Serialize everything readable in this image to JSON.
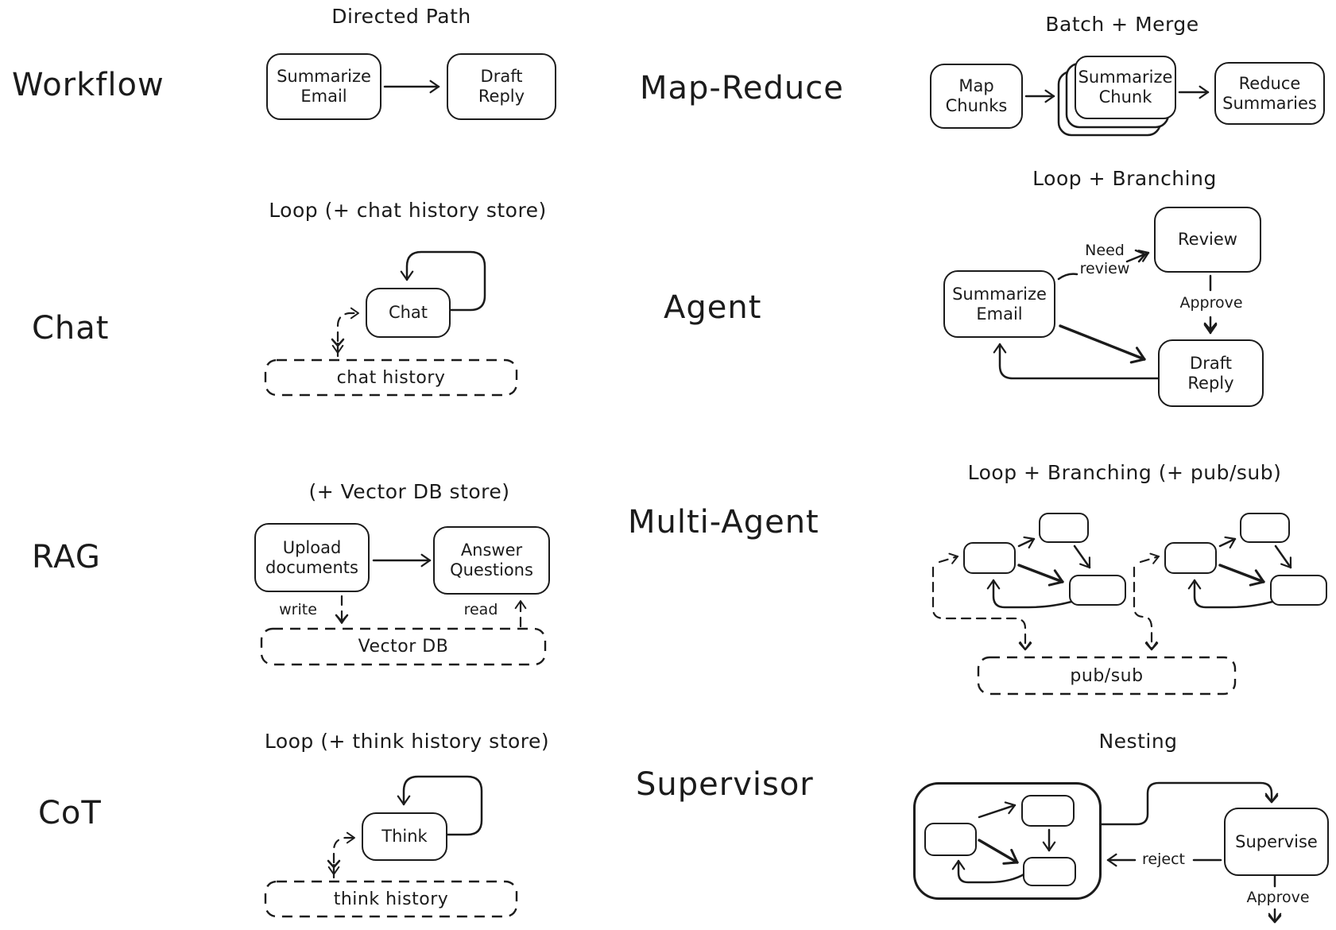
{
  "colors": {
    "ink": "#1b1b1b",
    "background": "#ffffff"
  },
  "sections": [
    {
      "id": "workflow",
      "label": "Workflow",
      "title": "Directed Path",
      "nodes": [
        "Summarize Email",
        "Draft Reply"
      ]
    },
    {
      "id": "map-reduce",
      "label": "Map-Reduce",
      "title": "Batch + Merge",
      "nodes": [
        "Map Chunks",
        "Summarize Chunk",
        "Reduce Summaries"
      ]
    },
    {
      "id": "chat",
      "label": "Chat",
      "title": "Loop (+ chat history store)",
      "nodes": [
        "Chat"
      ],
      "store": "chat history"
    },
    {
      "id": "agent",
      "label": "Agent",
      "title": "Loop + Branching",
      "nodes": [
        "Summarize Email",
        "Review",
        "Draft Reply"
      ],
      "annotations": [
        "Need review",
        "Approve"
      ]
    },
    {
      "id": "rag",
      "label": "RAG",
      "title": "(+ Vector DB store)",
      "nodes": [
        "Upload documents",
        "Answer Questions"
      ],
      "store": "Vector DB",
      "annotations": [
        "write",
        "read"
      ]
    },
    {
      "id": "multi-agent",
      "label": "Multi-Agent",
      "title": "Loop + Branching (+ pub/sub)",
      "store": "pub/sub"
    },
    {
      "id": "cot",
      "label": "CoT",
      "title": "Loop (+ think history store)",
      "nodes": [
        "Think"
      ],
      "store": "think history"
    },
    {
      "id": "supervisor",
      "label": "Supervisor",
      "title": "Nesting",
      "nodes": [
        "Supervise"
      ],
      "annotations": [
        "reject",
        "Approve"
      ]
    }
  ]
}
